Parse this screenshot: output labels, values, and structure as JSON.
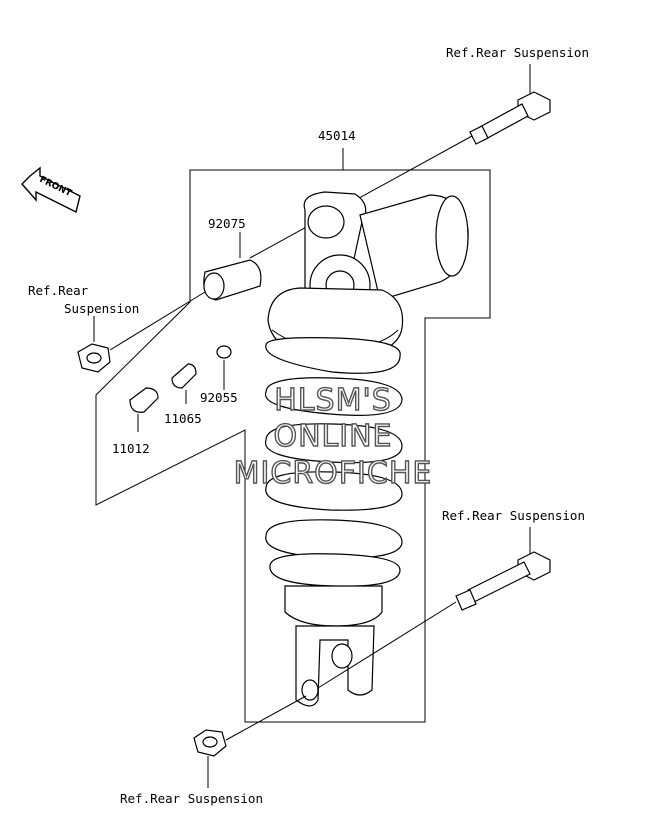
{
  "parts": [
    {
      "id": "ref-top",
      "text": "Ref.Rear Suspension"
    },
    {
      "id": "p45014",
      "text": "45014"
    },
    {
      "id": "p92075",
      "text": "92075"
    },
    {
      "id": "ref-left-1",
      "text": "Ref.Rear"
    },
    {
      "id": "ref-left-2",
      "text": "Suspension"
    },
    {
      "id": "p92055",
      "text": "92055"
    },
    {
      "id": "p11065",
      "text": "11065"
    },
    {
      "id": "p11012",
      "text": "11012"
    },
    {
      "id": "ref-right",
      "text": "Ref.Rear Suspension"
    },
    {
      "id": "ref-bottom",
      "text": "Ref.Rear Suspension"
    }
  ],
  "front_badge": "FRONT",
  "watermark": [
    "HLSM'S",
    "ONLINE",
    "MICROFICHE"
  ]
}
